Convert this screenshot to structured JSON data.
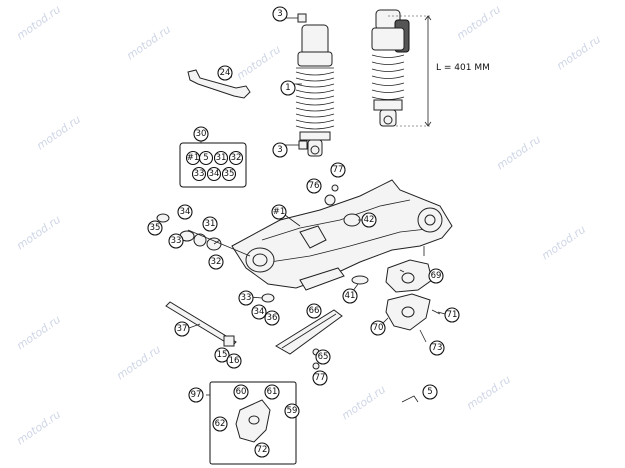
{
  "watermark": "motod.ru",
  "dimension_label": "L = 401 MM",
  "callouts": {
    "c1": "1",
    "c3a": "3",
    "c3b": "3",
    "c24": "24",
    "c30": "30",
    "k1": "#1",
    "k5": "5",
    "k31": "31",
    "k32": "32",
    "k33": "33",
    "k34": "34",
    "k35": "35",
    "c77a": "77",
    "c76": "76",
    "c1b": "#1",
    "c42": "42",
    "c34": "34",
    "c31": "31",
    "c35": "35",
    "c33a": "33",
    "c32": "32",
    "c69": "69",
    "c41": "41",
    "c33b": "33",
    "c36": "36",
    "c34b": "34",
    "c66": "66",
    "c70": "70",
    "c71": "71",
    "c73": "73",
    "c37": "37",
    "c15": "15",
    "c16": "16",
    "c65": "65",
    "c77b": "77",
    "c5": "5",
    "c97": "97",
    "c60": "60",
    "c61": "61",
    "c59": "59",
    "c62": "62",
    "c72": "72"
  }
}
